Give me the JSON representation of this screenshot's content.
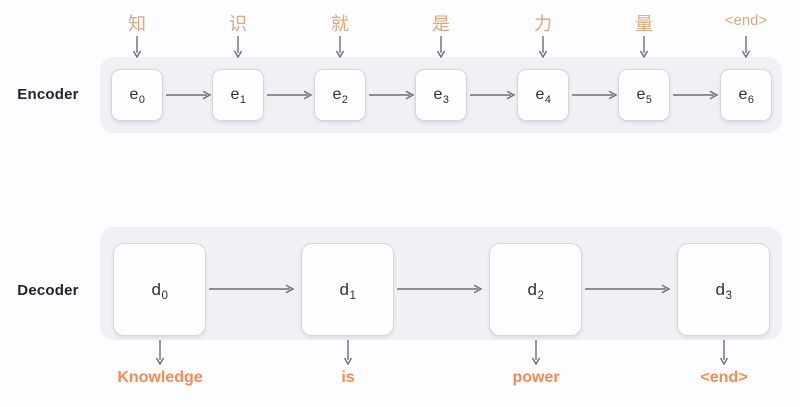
{
  "diagram": {
    "title": "Encoder-Decoder sequence diagram",
    "colors": {
      "page_background": "#fdfcfe",
      "panel_background": "#f1f0f5",
      "cell_background": "#fefeff",
      "cell_border": "#d6d5dc",
      "input_token": "#d9a97e",
      "output_token": "#f68b50",
      "arrow": "#6e6e78",
      "label": "#23232b"
    }
  },
  "encoder": {
    "label": "Encoder",
    "input_tokens": [
      "知",
      "识",
      "就",
      "是",
      "力",
      "量",
      "<end>"
    ],
    "cells": [
      {
        "base": "e",
        "sub": "0"
      },
      {
        "base": "e",
        "sub": "1"
      },
      {
        "base": "e",
        "sub": "2"
      },
      {
        "base": "e",
        "sub": "3"
      },
      {
        "base": "e",
        "sub": "4"
      },
      {
        "base": "e",
        "sub": "5"
      },
      {
        "base": "e",
        "sub": "6"
      }
    ]
  },
  "decoder": {
    "label": "Decoder",
    "cells": [
      {
        "base": "d",
        "sub": "0"
      },
      {
        "base": "d",
        "sub": "1"
      },
      {
        "base": "d",
        "sub": "2"
      },
      {
        "base": "d",
        "sub": "3"
      }
    ],
    "output_tokens": [
      "Knowledge",
      "is",
      "power",
      "<end>"
    ]
  }
}
